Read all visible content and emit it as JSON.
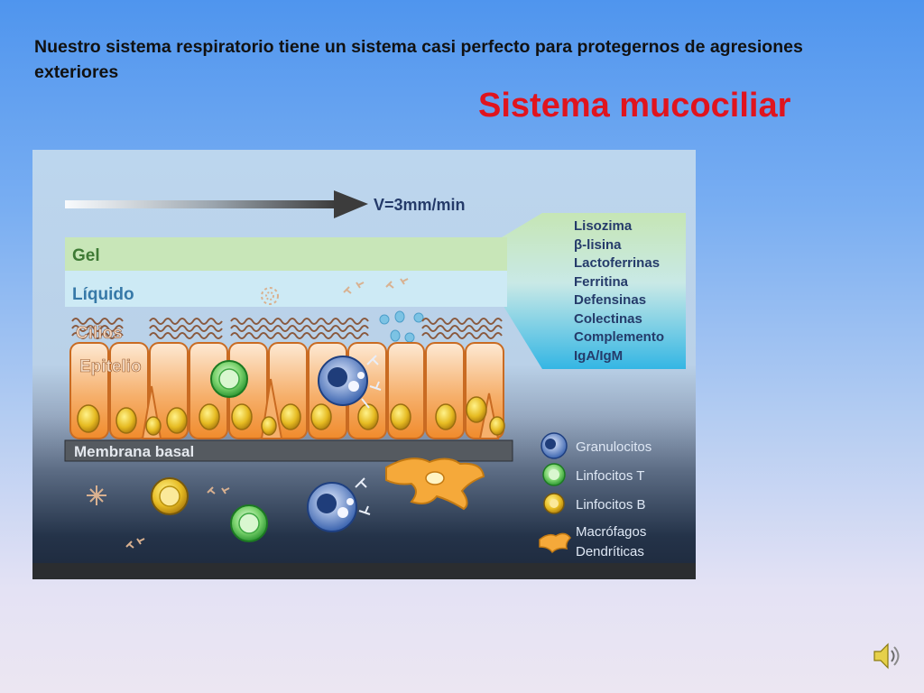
{
  "slide": {
    "intro_text": "Nuestro sistema respiratorio tiene un sistema casi perfecto para protegernos de agresiones exteriores",
    "title": "Sistema mucociliar"
  },
  "figure": {
    "velocity_label": "V=3mm/min",
    "layers": {
      "gel": "Gel",
      "liquid": "Líquido",
      "cilia": "Cilios",
      "epithelium": "Epitelio",
      "basal_membrane": "Membrana basal"
    },
    "substances": [
      "Lisozima",
      "β-lisina",
      "Lactoferrinas",
      "Ferritina",
      "Defensinas",
      "Colectinas",
      "Complemento",
      "IgA/IgM"
    ],
    "legend": [
      {
        "icon": "granulocyte-icon",
        "label": "Granulocitos"
      },
      {
        "icon": "t-lymphocyte-icon",
        "label": "Linfocitos T"
      },
      {
        "icon": "b-lymphocyte-icon",
        "label": "Linfocitos B"
      },
      {
        "icon": "macrophage-icon",
        "label": "Macrófagos"
      },
      {
        "icon": "dendritic-icon",
        "label": "Dendríticas"
      }
    ],
    "colors": {
      "gel": "#c8e6b8",
      "liquid": "#cdeaf5",
      "epithelium": "#f3a35a",
      "nucleus": "#e0b820",
      "t_cell": "#2fae3a",
      "granulocyte": "#3b67b8",
      "arrow": "#3c3c3c"
    }
  },
  "audio": {
    "icon": "speaker-icon"
  }
}
